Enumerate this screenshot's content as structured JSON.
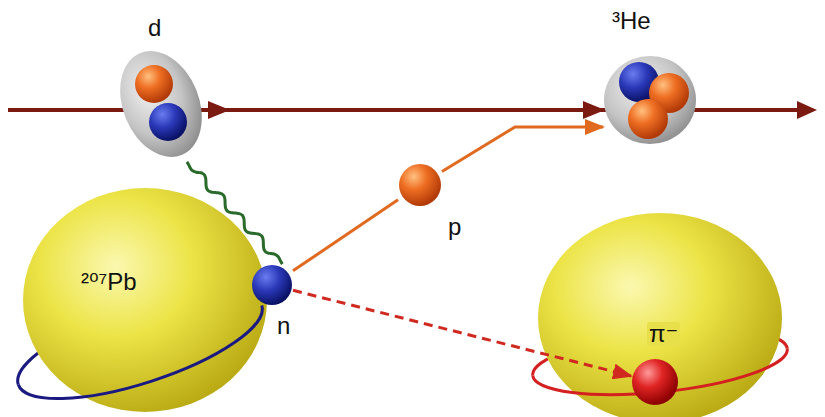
{
  "diagram": {
    "nodes": [
      {
        "text": [
          "d"
        ]
      },
      {
        "text": [
          "³He"
        ]
      },
      {
        "text": [
          "p"
        ]
      },
      {
        "text": [
          "²⁰⁷Pb"
        ]
      },
      {
        "text": [
          "n"
        ]
      },
      {
        "text": [
          "π⁻"
        ]
      }
    ],
    "edges": [
      {
        "from": 0,
        "to": 1,
        "arrow": "to"
      },
      {
        "from": 0,
        "to": 4,
        "arrow": "none"
      },
      {
        "from": 4,
        "to": 2,
        "arrow": "none"
      },
      {
        "from": 2,
        "to": 1,
        "arrow": "to"
      },
      {
        "from": 4,
        "to": 5,
        "arrow": "to"
      }
    ]
  }
}
